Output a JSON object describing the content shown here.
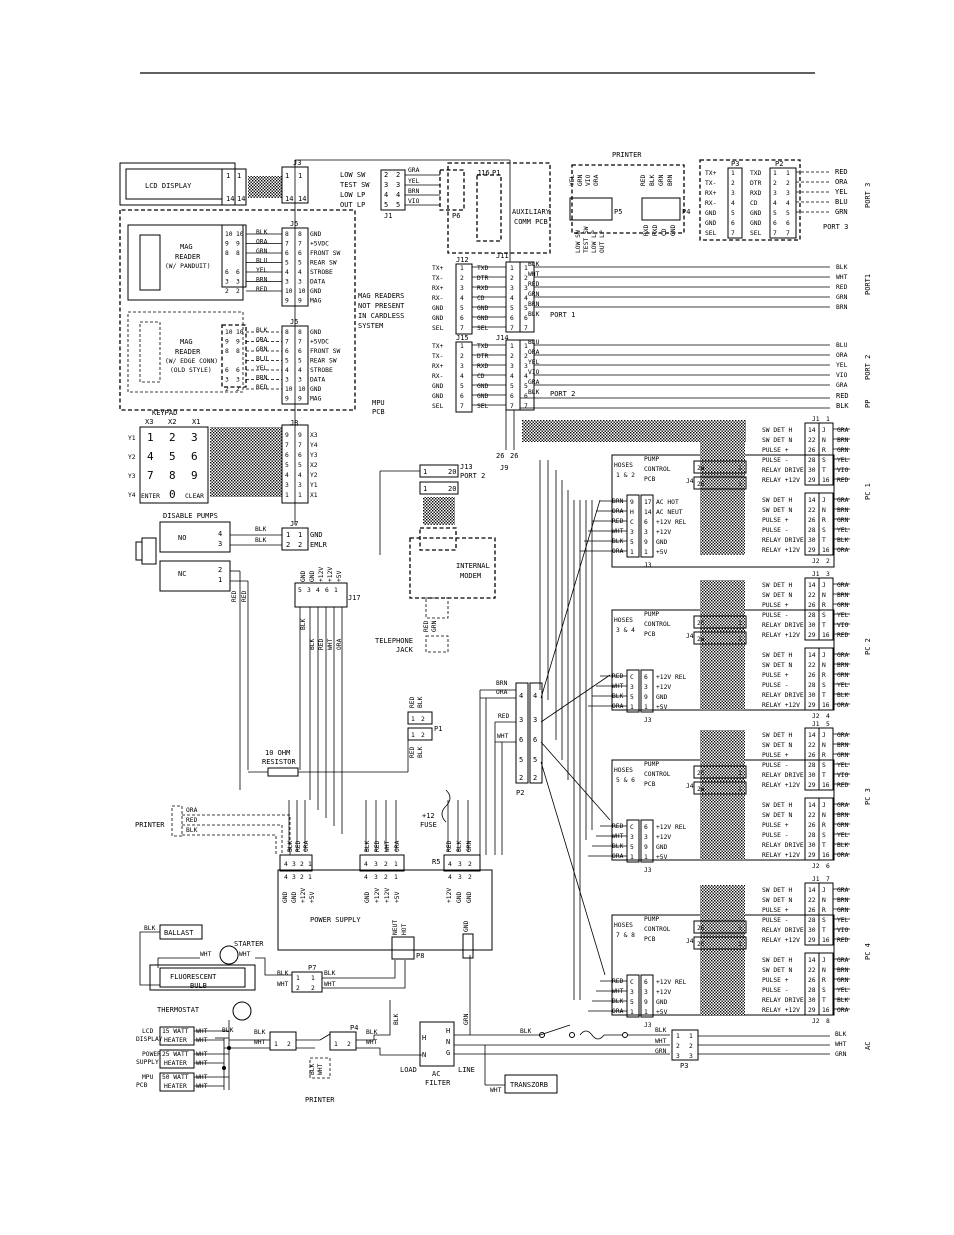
{
  "display": {
    "label": "LCD DISPLAY",
    "pins": [
      "1",
      "14",
      "1",
      "14"
    ]
  },
  "j3": {
    "label": "J3",
    "pins": [
      "1",
      "14",
      "1",
      "14"
    ]
  },
  "j1": {
    "label": "J1",
    "signals": [
      "LOW SW",
      "TEST SW",
      "LOW LP",
      "OUT LP"
    ],
    "pins": [
      "2",
      "3",
      "4",
      "5"
    ],
    "wires": [
      "GRA",
      "YEL",
      "BRN",
      "VIO"
    ]
  },
  "p6": {
    "label": "P6"
  },
  "aux": {
    "label1": "AUXILIARY",
    "label2": "COMM PCB",
    "j16": "J16",
    "p1": "P1"
  },
  "printer": {
    "label": "PRINTER",
    "p5": "P5",
    "p4": "P4",
    "p3": "P3",
    "p2": "P2",
    "p5_signals": [
      "LOW SW",
      "TEST SW",
      "LOW LP",
      "OUT LP"
    ],
    "p5_wires": [
      "YEL",
      "GRN",
      "VIO",
      "ORA"
    ],
    "p4_signals": [
      "RXD",
      "RXD",
      "CD",
      "GND"
    ],
    "p4_wires": [
      "RED",
      "BLK",
      "GRN",
      "BRN"
    ],
    "port3_signals": [
      "TX+",
      "TX-",
      "RX+",
      "RX-",
      "GND",
      "GND",
      "SEL"
    ],
    "port3_sig2": [
      "TXD",
      "DTR",
      "RXD",
      "CD",
      "GND",
      "GND",
      "SEL"
    ],
    "port3_wires": [
      "RED",
      "ORA",
      "YEL",
      "BLU",
      "GRN"
    ],
    "port3": "PORT 3",
    "port3_label": "PORT 3"
  },
  "j5": {
    "label": "J5",
    "signals": [
      "GND",
      "+5VDC",
      "FRONT SW",
      "REAR SW",
      "STROBE",
      "DATA",
      "GND",
      "MAG"
    ],
    "pins": [
      "8",
      "7",
      "6",
      "5",
      "4",
      "3",
      "10",
      "9"
    ],
    "wires1": [
      "BLK",
      "ORA",
      "GRN",
      "BLU",
      "YEL",
      "BRN",
      "RED",
      ""
    ],
    "reader_pins": [
      "10",
      "9",
      "8",
      "6",
      "3",
      "2"
    ],
    "reader1": [
      "MAG",
      "READER",
      "(W/ PANDUIT)"
    ],
    "reader2": [
      "MAG",
      "READER",
      "(W/ EDGE CONN)",
      "(OLD STYLE)"
    ],
    "wires2": [
      "BLK",
      "ORA",
      "GRN",
      "BLU",
      "YEL",
      "BRN",
      "RED"
    ]
  },
  "notes": {
    "mag": [
      "MAG READERS",
      "NOT PRESENT",
      "IN CARDLESS",
      "SYSTEM"
    ],
    "mpu": [
      "MPU",
      "PCB"
    ]
  },
  "port1": {
    "j12": "J12",
    "j11": "J11",
    "left": [
      "TX+",
      "TX-",
      "RX+",
      "RX-",
      "GND",
      "GND",
      "SEL"
    ],
    "mid": [
      "TXD",
      "DTR",
      "RXD",
      "CD",
      "GND",
      "GND",
      "SEL"
    ],
    "pins": [
      "1",
      "2",
      "3",
      "4",
      "5",
      "6",
      "7"
    ],
    "wires": [
      "BLK",
      "WHT",
      "RED",
      "GRN",
      "BRN",
      "BLK"
    ],
    "label": "PORT 1",
    "side": "PORT1"
  },
  "port2": {
    "j15": "J15",
    "j14": "J14",
    "left": [
      "TX+",
      "TX-",
      "RX+",
      "RX-",
      "GND",
      "GND",
      "SEL"
    ],
    "mid": [
      "TXD",
      "DTR",
      "RXD",
      "CD",
      "GND",
      "GND",
      "SEL"
    ],
    "pins": [
      "1",
      "2",
      "3",
      "4",
      "5",
      "6",
      "7"
    ],
    "wires": [
      "BLU",
      "ORA",
      "YEL",
      "VIO",
      "GRA",
      "BLK"
    ],
    "label": "PORT 2",
    "side": "PORT 2",
    "pp": "PP",
    "pp_wires": [
      "RED",
      "BLK"
    ]
  },
  "j9": {
    "label": "J9",
    "pins": [
      "26",
      "26"
    ]
  },
  "keypad": {
    "label": "KEYPAD",
    "cols": [
      "X3",
      "X2",
      "X1"
    ],
    "rows": [
      "Y1",
      "Y2",
      "Y3",
      "Y4"
    ],
    "keys": [
      "1",
      "2",
      "3",
      "4",
      "5",
      "6",
      "7",
      "8",
      "9",
      "ENTER",
      "0",
      "CLEAR"
    ]
  },
  "j8": {
    "label": "J8",
    "pins": [
      "9",
      "7",
      "6",
      "5",
      "4",
      "3",
      "1"
    ],
    "signals": [
      "X3",
      "Y4",
      "Y3",
      "X2",
      "Y2",
      "Y1",
      "X1"
    ]
  },
  "j13": {
    "label": "J13",
    "port": "PORT 2",
    "pins": [
      "1",
      "20",
      "1",
      "20"
    ]
  },
  "modem": {
    "label1": "INTERNAL",
    "label2": "MODEM",
    "jack1": "TELEPHONE",
    "jack2": "JACK",
    "wires": [
      "RED",
      "GRN"
    ]
  },
  "disable": {
    "label": "DISABLE PUMPS",
    "no": "NO",
    "nc": "NC",
    "pins": [
      "4",
      "3",
      "2",
      "1"
    ],
    "wires": [
      "BLK",
      "BLK",
      "RED",
      "RED"
    ]
  },
  "j7": {
    "label": "J7",
    "signals": [
      "GND",
      "EMLR"
    ],
    "pins": [
      "1",
      "2"
    ]
  },
  "j17": {
    "label": "J17",
    "signals": [
      "GND",
      "GND",
      "+12V",
      "+12V",
      "+5V"
    ],
    "pins": [
      "5",
      "3",
      "4",
      "6",
      "1"
    ],
    "wires": [
      "BLK",
      "BLK",
      "RED",
      "WHT",
      "ORA"
    ]
  },
  "p1": {
    "label": "P1",
    "wires": [
      "RED",
      "BLK",
      "RED",
      "BLK"
    ],
    "pins": [
      "1",
      "2",
      "1",
      "2"
    ]
  },
  "resistor": {
    "label1": "10 OHM",
    "label2": "RESISTOR"
  },
  "p2": {
    "label": "P2",
    "wires": [
      "BRN",
      "ORA",
      "RED",
      "WHT"
    ],
    "pins": [
      "4",
      "3",
      "6",
      "5",
      "2"
    ]
  },
  "printer2": {
    "label": "PRINTER",
    "wires": [
      "ORA",
      "RED",
      "BLK"
    ]
  },
  "fuse": {
    "label1": "+12",
    "label2": "FUSE"
  },
  "power": {
    "label": "POWER SUPPLY",
    "g1": [
      "GND",
      "GND",
      "+12V",
      "+5V"
    ],
    "g1w": [
      "BLK",
      "RED",
      "ORA"
    ],
    "g2": [
      "GND",
      "+12V",
      "+12V",
      "+5V"
    ],
    "g2w": [
      "BLK",
      "RED",
      "WHT",
      "ORA"
    ],
    "g3": [
      "+12V",
      "GND",
      "GND"
    ],
    "g3w": [
      "RED",
      "BLK",
      "GRN"
    ],
    "r5": "R5",
    "pins": [
      "4",
      "3",
      "2",
      "1",
      "4",
      "3",
      "2",
      "1",
      "4",
      "3",
      "2",
      "1"
    ]
  },
  "p8": {
    "label": "P8",
    "wires": [
      "NEUT",
      "HOT"
    ],
    "gnd": "GND"
  },
  "ballast": {
    "ballast": "BALLAST",
    "starter": "STARTER",
    "bulb1": "FLUORESCENT",
    "bulb2": "BULB",
    "wires": [
      "BLK",
      "WHT",
      "WHT"
    ],
    "p7": "P7",
    "p7_wires": [
      "BLK",
      "WHT",
      "BLK",
      "WHT"
    ]
  },
  "thermostat": {
    "label": "THERMOSTAT"
  },
  "heaters": {
    "items": [
      [
        "LCD",
        "DISPLAY",
        "15 WATT",
        "HEATER"
      ],
      [
        "POWER",
        "SUPPLY",
        "25 WATT",
        "HEATER"
      ],
      [
        "MPU",
        "PCB",
        "50 WATT",
        "HEATER"
      ]
    ],
    "wires": [
      "WHT",
      "WHT",
      "WHT",
      "WHT",
      "BLK"
    ]
  },
  "p4b": {
    "label": "P4",
    "wires": [
      "BLK",
      "WHT",
      "BLK",
      "WHT",
      "BLK"
    ],
    "printer": "PRINTER"
  },
  "acfilter": {
    "label1": "AC",
    "label2": "FILTER",
    "load": "LOAD",
    "line": "LINE",
    "pins": [
      "H",
      "N",
      "G"
    ],
    "transzorb": "TRANSZORB",
    "wires": [
      "BLK",
      "WHT",
      "GRN",
      "BLK"
    ]
  },
  "p3": {
    "label": "P3",
    "wires": [
      "BLK",
      "WHT",
      "GRN"
    ],
    "ac": "AC",
    "pins": [
      "1",
      "2",
      "3"
    ]
  },
  "pumps": [
    {
      "hoses": [
        "HOSES",
        "1 & 2"
      ],
      "pc": "PC 1",
      "j2n": "2",
      "j1n": "1"
    },
    {
      "hoses": [
        "HOSES",
        "3 & 4"
      ],
      "pc": "PC 2",
      "j2n": "4",
      "j1n": "3"
    },
    {
      "hoses": [
        "HOSES",
        "5 & 6"
      ],
      "pc": "PC 3",
      "j2n": "6",
      "j1n": "5"
    },
    {
      "hoses": [
        "HOSES",
        "7 & 8"
      ],
      "pc": "PC 4",
      "j2n": "8",
      "j1n": "7"
    }
  ],
  "pump_common": {
    "pcb": [
      "PUMP",
      "CONTROL",
      "PCB"
    ],
    "j1": "J1",
    "j2": "J2",
    "j3": "J3",
    "j4": "J4",
    "j4pins": [
      "26",
      "1",
      "26",
      "1"
    ],
    "signals": [
      "SW DET H",
      "SW DET N",
      "PULSE +",
      "PULSE -",
      "RELAY DRIVE",
      "RELAY +12V"
    ],
    "pins_a": [
      "14",
      "22",
      "26",
      "28",
      "30",
      "29"
    ],
    "pins_b": [
      "J",
      "N",
      "R",
      "S",
      "T",
      "16"
    ],
    "wires_a": [
      "GRA",
      "BRN",
      "GRN",
      "YEL",
      "VIO",
      "RED"
    ],
    "wires_b": [
      "GRA",
      "BRN",
      "GRN",
      "YEL",
      "BLK",
      "ORA"
    ],
    "j3_signals": [
      "+12V REL",
      "+12V",
      "GND",
      "+5V"
    ],
    "j3_letters": [
      "C",
      "3",
      "5",
      "1"
    ],
    "j3_pins": [
      "6",
      "3",
      "9",
      "1"
    ],
    "j3_wires": [
      "RED",
      "WHT",
      "BLK",
      "ORA"
    ],
    "j3_first": [
      "AC HOT",
      "AC NEUT"
    ],
    "j3_first_letters": [
      "9",
      "H"
    ],
    "j3_first_pins": [
      "17",
      "14"
    ],
    "j3_first_wires": [
      "BRN",
      "ORA"
    ]
  }
}
